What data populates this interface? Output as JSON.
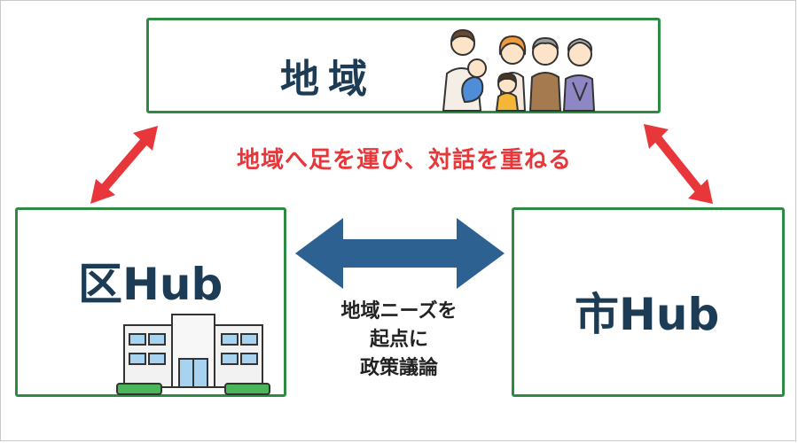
{
  "nodes": {
    "top": {
      "label": "地域"
    },
    "left": {
      "label": "区Hub"
    },
    "right": {
      "label": "市Hub"
    }
  },
  "edges": {
    "top_to_sides": {
      "label": "地域へ足を運び、対話を重ねる"
    },
    "left_to_right": {
      "label_lines": [
        "地域ニーズを",
        "起点に",
        "政策議論"
      ]
    }
  },
  "icons": {
    "top": "family-group-icon",
    "left": "building-icon"
  },
  "colors": {
    "box_border": "#2f8a43",
    "title_text": "#1c3b55",
    "red_arrow": "#e8373a",
    "blue_arrow": "#2d6191"
  }
}
